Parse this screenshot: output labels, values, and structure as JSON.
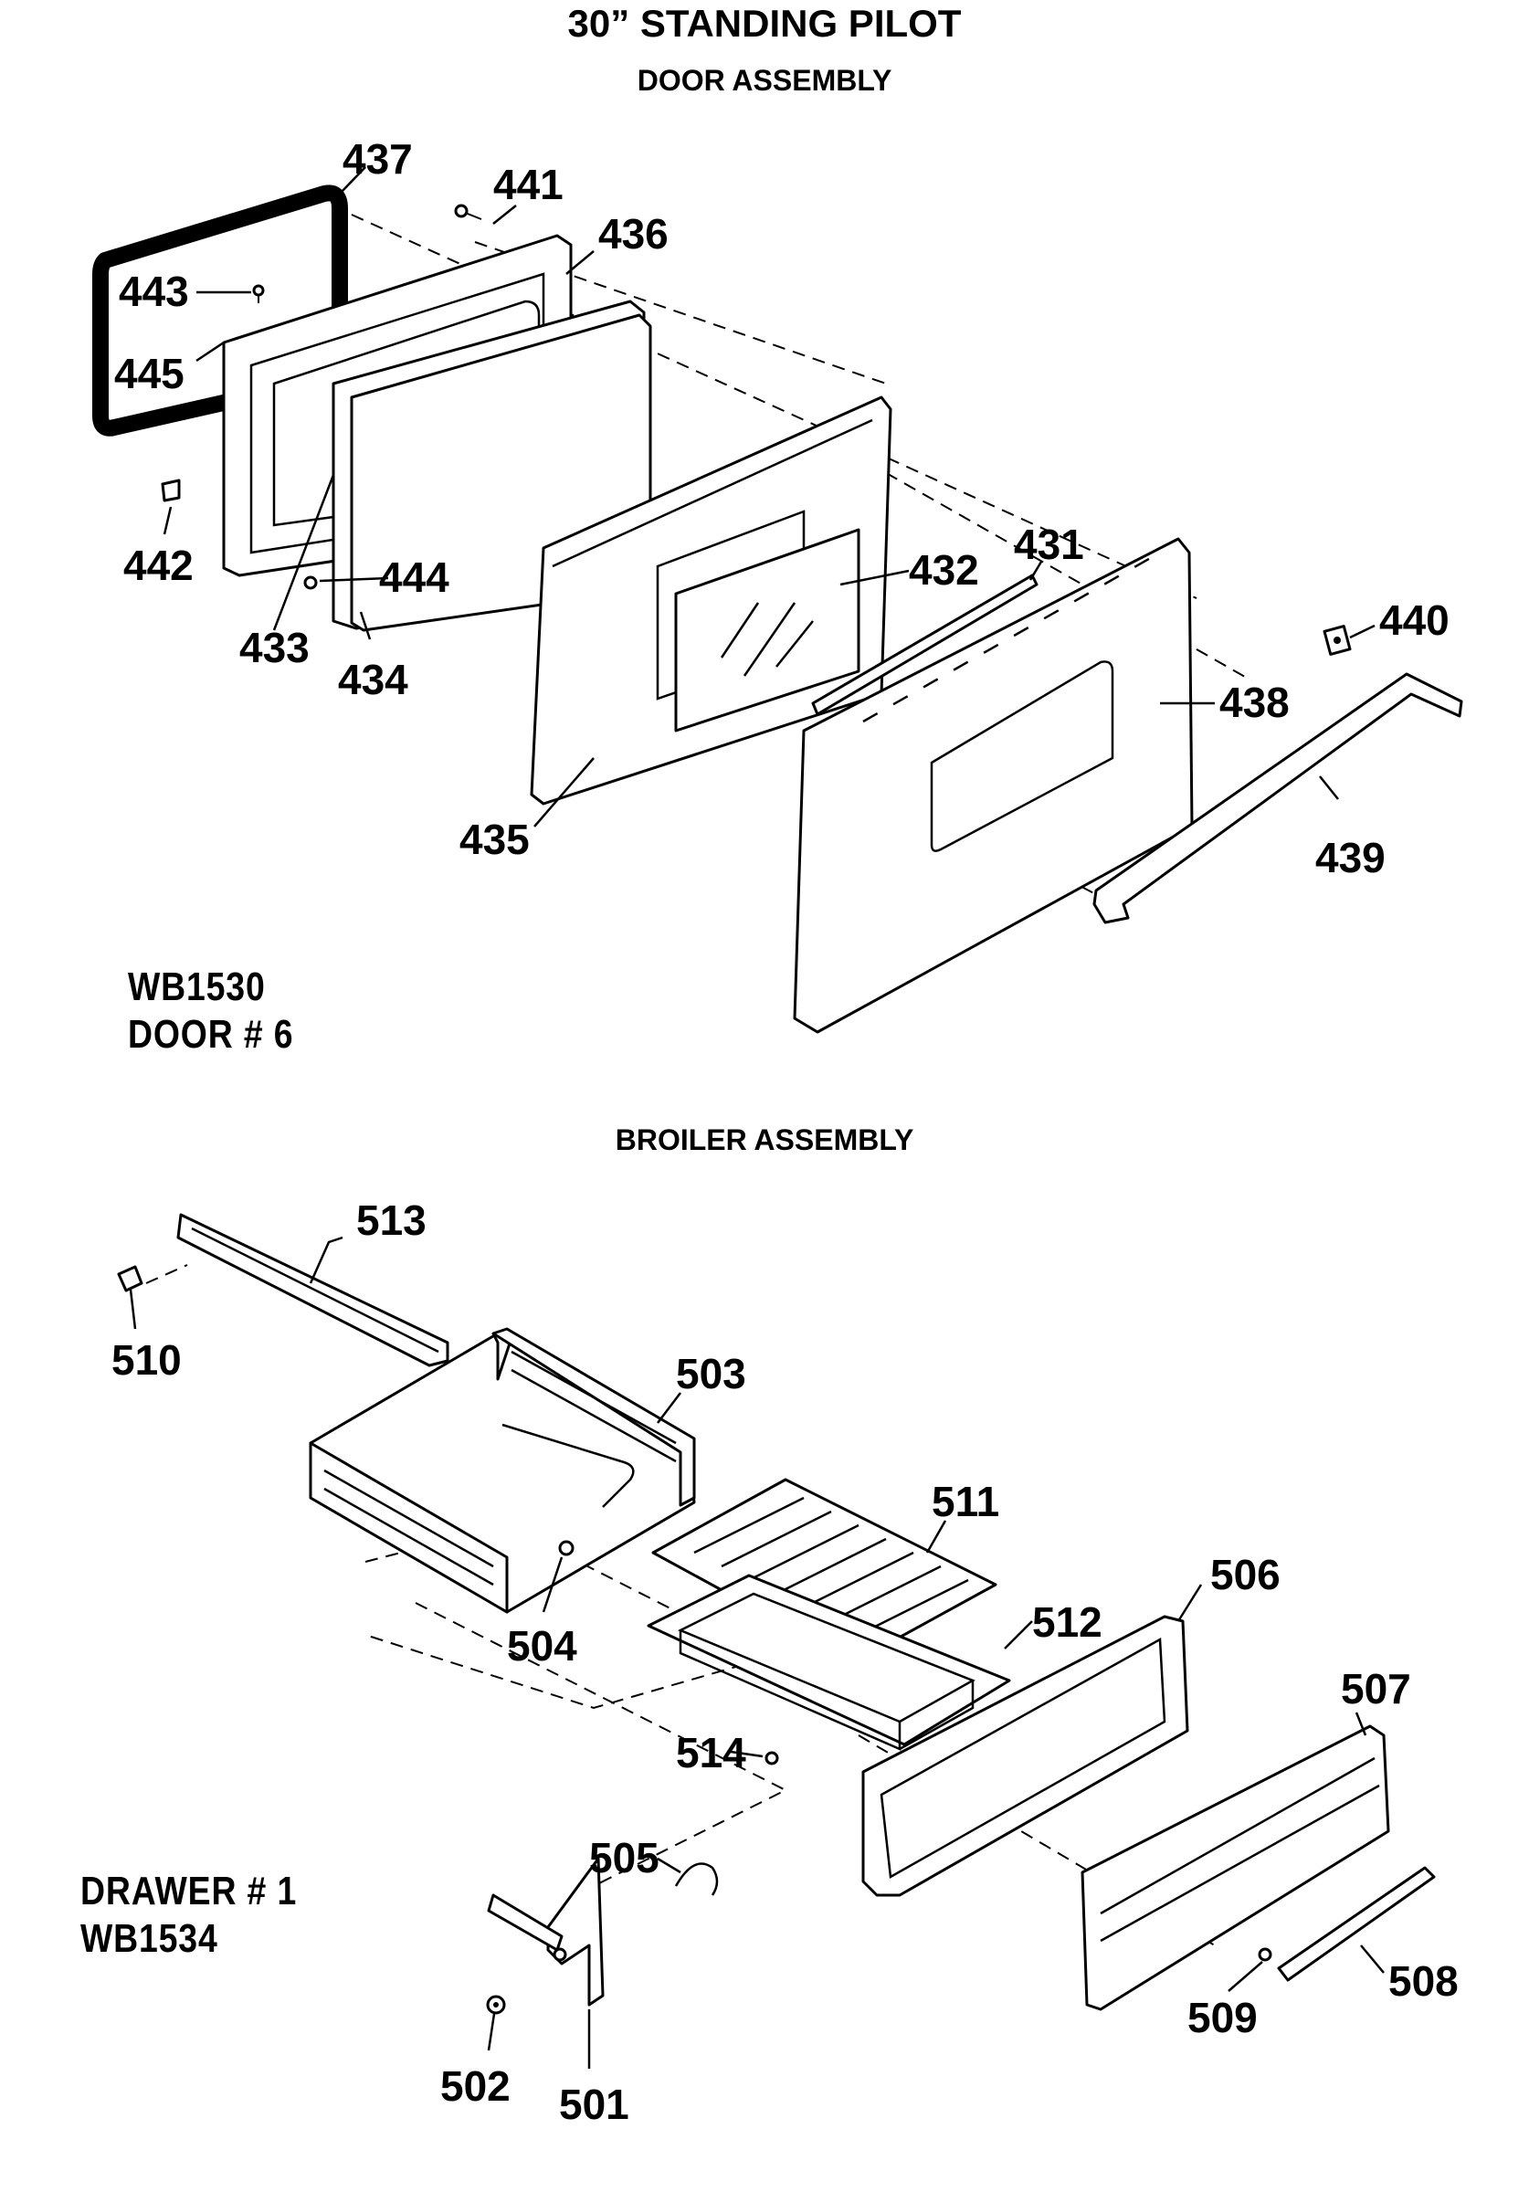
{
  "title": "30” STANDING PILOT",
  "door_section": {
    "heading": "DOOR ASSEMBLY",
    "model_line1": "WB1530",
    "model_line2": "DOOR # 6"
  },
  "broiler_section": {
    "heading": "BROILER ASSEMBLY",
    "model_line1": "DRAWER # 1",
    "model_line2": "WB1534"
  },
  "door_parts": {
    "p431": "431",
    "p432": "432",
    "p433": "433",
    "p434": "434",
    "p435": "435",
    "p436": "436",
    "p437": "437",
    "p438": "438",
    "p439": "439",
    "p440": "440",
    "p441": "441",
    "p442": "442",
    "p443": "443",
    "p444": "444",
    "p445": "445"
  },
  "broiler_parts": {
    "p501": "501",
    "p502": "502",
    "p503": "503",
    "p504": "504",
    "p505": "505",
    "p506": "506",
    "p507": "507",
    "p508": "508",
    "p509": "509",
    "p510": "510",
    "p511": "511",
    "p512": "512",
    "p513": "513",
    "p514": "514"
  }
}
